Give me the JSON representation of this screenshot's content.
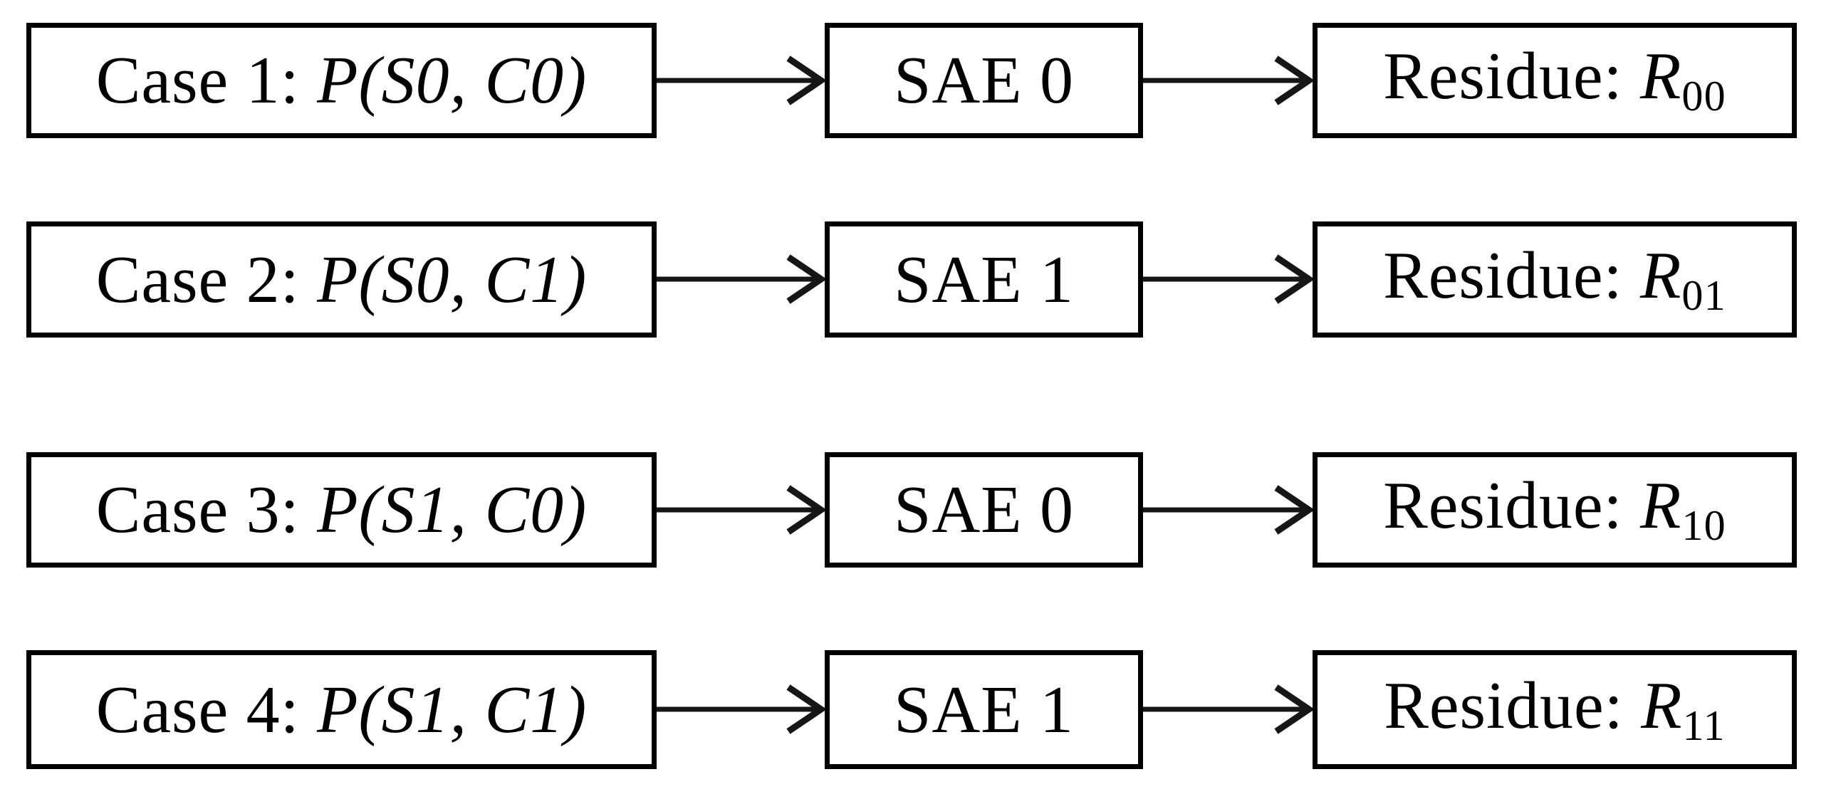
{
  "figure": {
    "background": "#ffffff",
    "border_color": "#000000",
    "text_color": "#000000",
    "rows": [
      {
        "case": {
          "prefix": "Case 1: ",
          "math": "P(S0, C0)"
        },
        "sae": {
          "label": "SAE 0"
        },
        "residue": {
          "prefix": "Residue: ",
          "var": "R",
          "sub": "00"
        }
      },
      {
        "case": {
          "prefix": "Case 2: ",
          "math": "P(S0, C1)"
        },
        "sae": {
          "label": "SAE 1"
        },
        "residue": {
          "prefix": "Residue: ",
          "var": "R",
          "sub": "01"
        }
      },
      {
        "case": {
          "prefix": "Case 3: ",
          "math": "P(S1, C0)"
        },
        "sae": {
          "label": "SAE 0"
        },
        "residue": {
          "prefix": "Residue: ",
          "var": "R",
          "sub": "10"
        }
      },
      {
        "case": {
          "prefix": "Case 4: ",
          "math": "P(S1, C1)"
        },
        "sae": {
          "label": "SAE 1"
        },
        "residue": {
          "prefix": "Residue: ",
          "var": "R",
          "sub": "11"
        }
      }
    ]
  }
}
